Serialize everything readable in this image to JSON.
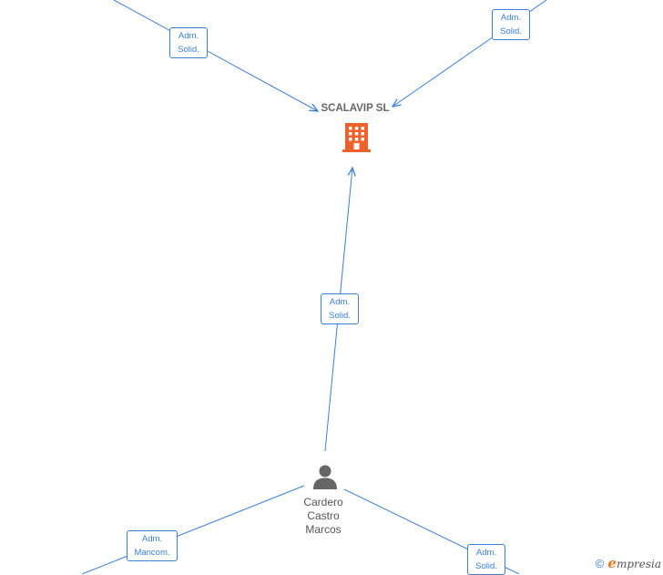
{
  "company": {
    "name": "SCALAVIP  SL",
    "icon": "building-icon",
    "color": "#f0602a"
  },
  "person": {
    "name_lines": [
      "Cardero",
      "Castro",
      "Marcos"
    ],
    "icon": "person-icon"
  },
  "edges": [
    {
      "id": "top-left",
      "label_lines": [
        "Adm.",
        "Solid."
      ]
    },
    {
      "id": "top-right",
      "label_lines": [
        "Adm.",
        "Solid."
      ]
    },
    {
      "id": "person-to-company",
      "label_lines": [
        "Adm.",
        "Solid."
      ]
    },
    {
      "id": "bottom-left",
      "label_lines": [
        "Adm.",
        "Mancom."
      ]
    },
    {
      "id": "bottom-right",
      "label_lines": [
        "Adm.",
        "Solid."
      ]
    }
  ],
  "colors": {
    "edge": "#3a7fd5",
    "label_text": "#3a7fd5",
    "node_text": "#555555"
  },
  "watermark": {
    "copyright_symbol": "©",
    "brand_initial": "e",
    "brand_rest": "mpresia"
  }
}
